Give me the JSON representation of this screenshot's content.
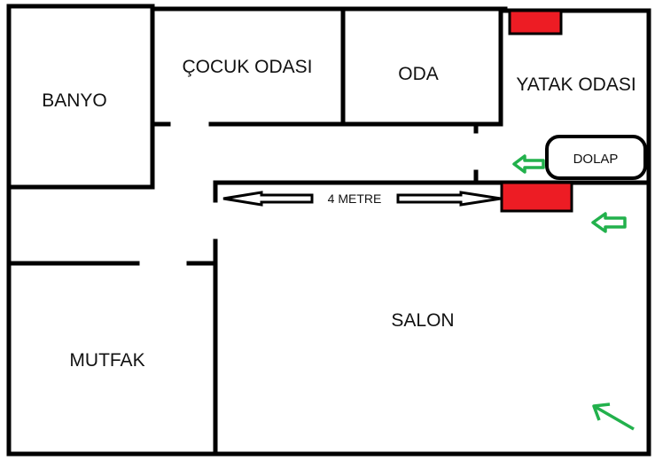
{
  "rooms": {
    "banyo": "BANYO",
    "cocuk_odasi": "ÇOCUK ODASI",
    "oda": "ODA",
    "yatak_odasi": "YATAK ODASI",
    "salon": "SALON",
    "mutfak": "MUTFAK"
  },
  "furniture": {
    "dolap": "DOLAP"
  },
  "measurement": {
    "label": "4 METRE"
  },
  "colors": {
    "wall": "#000000",
    "marker_red": "#ed1c24",
    "arrow_green": "#22b14c"
  }
}
